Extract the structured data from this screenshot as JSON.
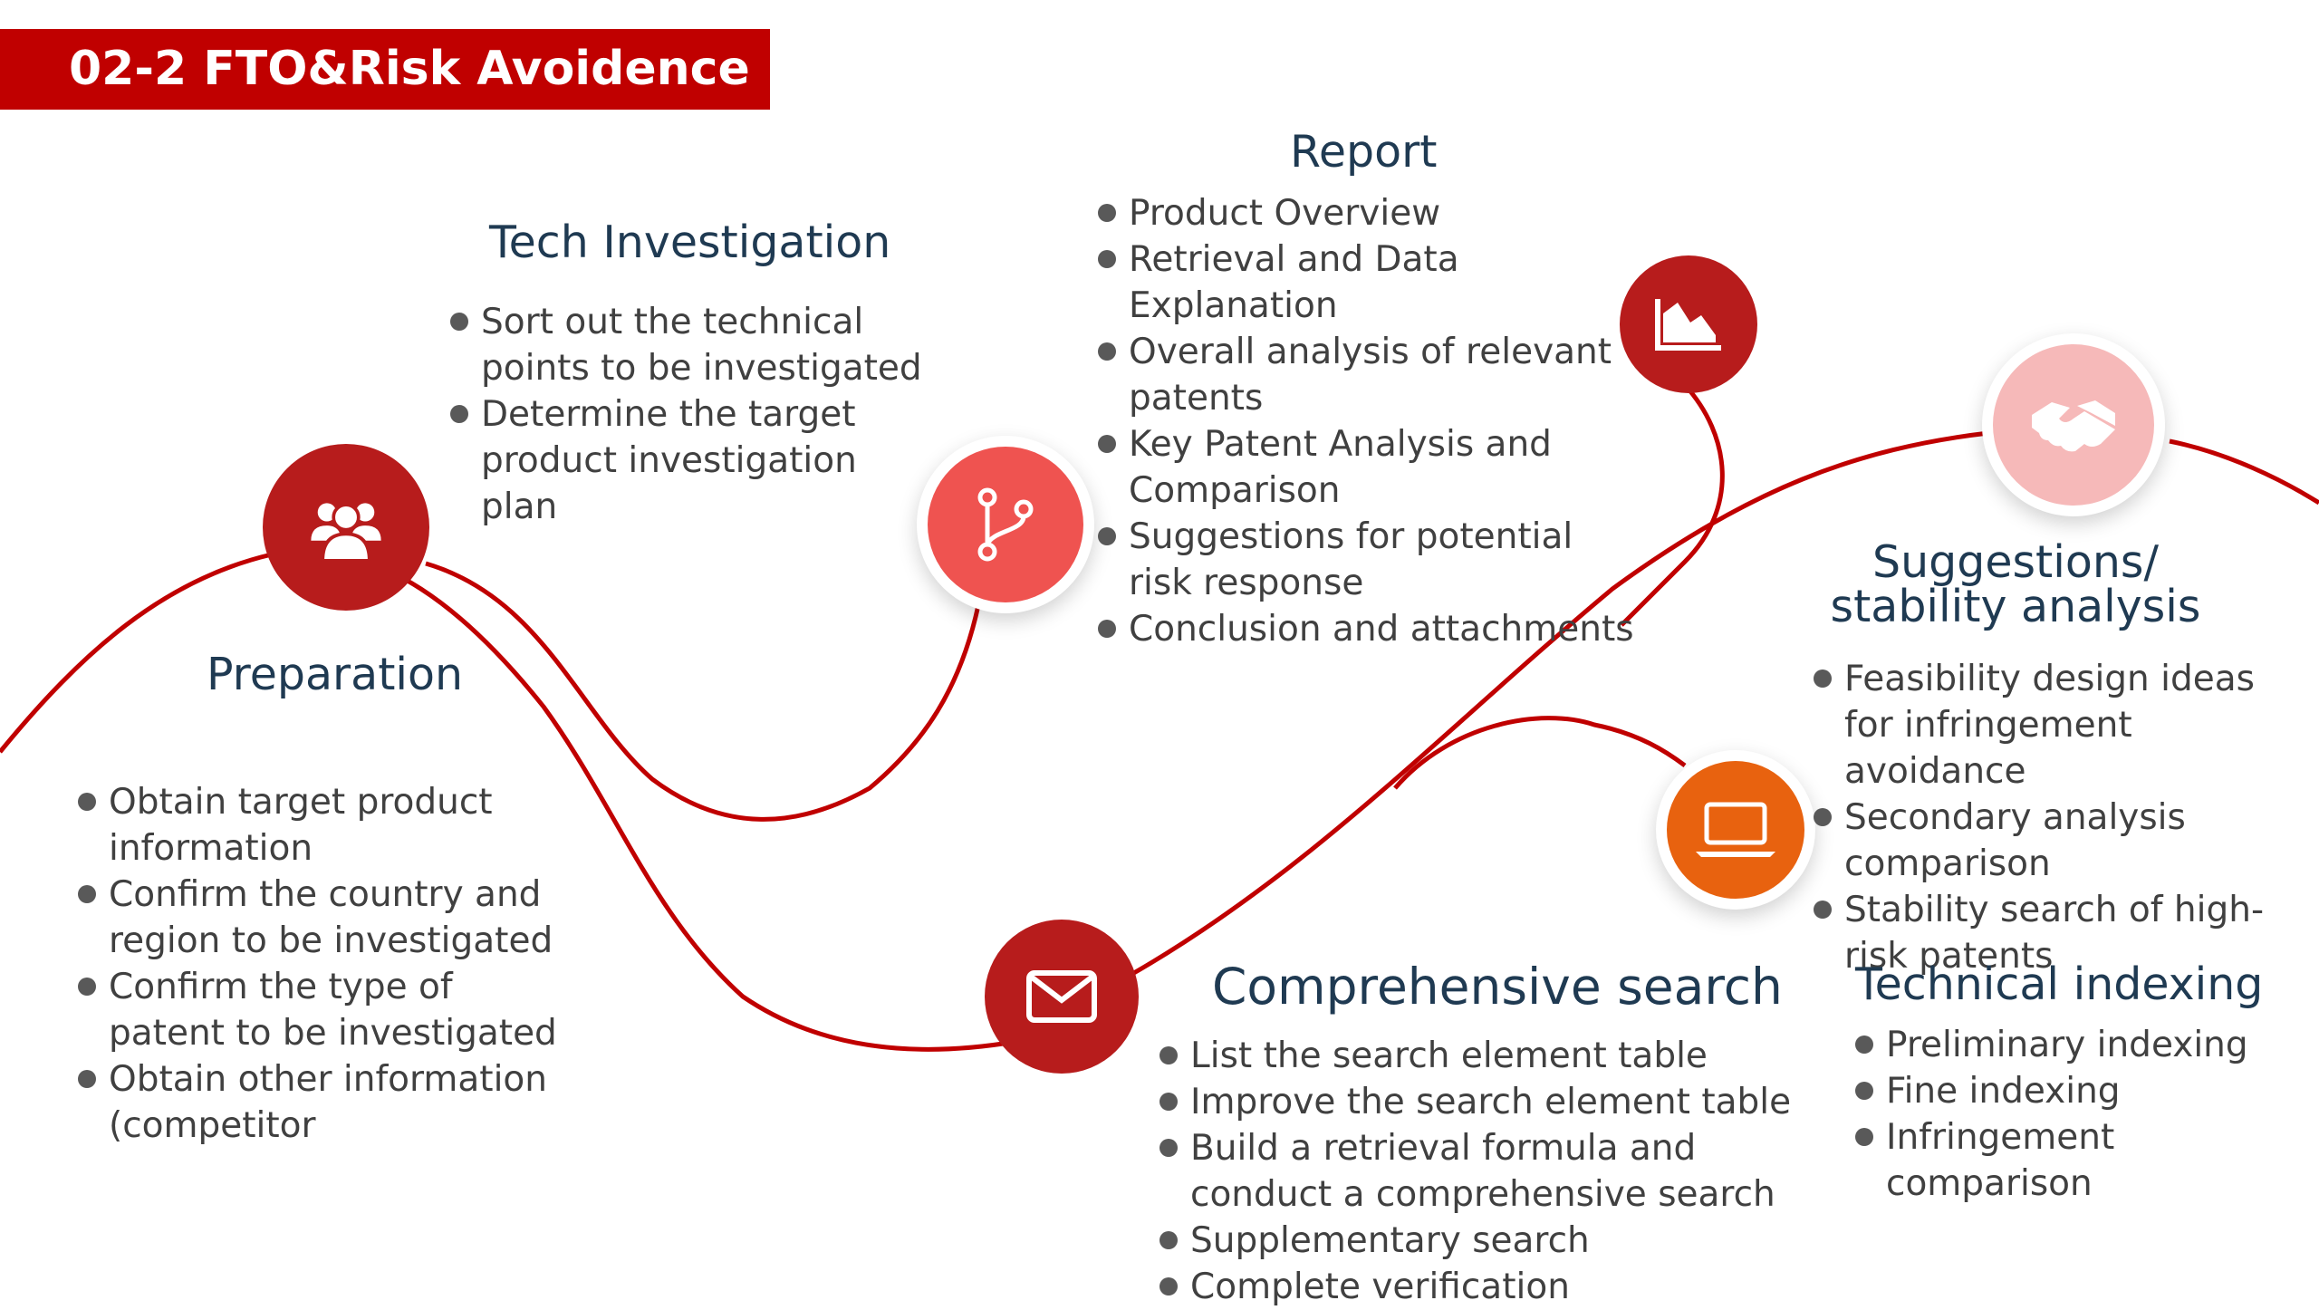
{
  "title": "02-2 FTO&Risk Avoidence",
  "colors": {
    "title_bg": "#c00000",
    "curve": "#c00000",
    "dark_red": "#b71c1c",
    "coral": "#ef5350",
    "orange": "#e8620f",
    "pink": "#f6b9b9",
    "heading": "#1f3a52",
    "text": "#404040"
  },
  "stages": {
    "preparation": {
      "icon": "users-icon",
      "heading": "Preparation",
      "bullets": [
        "Obtain target product information",
        "Confirm the country and region to be investigated",
        "Confirm the type of patent to be investigated",
        "Obtain other information (competitor"
      ]
    },
    "tech_investigation": {
      "icon": "branch-icon",
      "heading": "Tech Investigation",
      "bullets": [
        "Sort out the technical points to be investigated",
        "Determine the target product investigation plan"
      ]
    },
    "report": {
      "icon": "area-chart-icon",
      "heading": "Report",
      "bullets": [
        "Product Overview",
        "Retrieval and Data Explanation",
        "Overall analysis of relevant patents",
        "Key Patent Analysis and Comparison",
        "Suggestions for potential risk response",
        "Conclusion and attachments"
      ]
    },
    "comprehensive_search": {
      "icon": "mail-icon",
      "heading": "Comprehensive search",
      "bullets": [
        "List the search element table",
        "Improve the search element table",
        "Build a retrieval formula and conduct a comprehensive search",
        "Supplementary search",
        "Complete verification"
      ]
    },
    "suggestions": {
      "icon": "handshake-icon",
      "heading_line1": "Suggestions/",
      "heading_line2": "stability analysis",
      "bullets": [
        "Feasibility design ideas for infringement avoidance",
        "Secondary analysis comparison",
        "Stability search of high-risk patents"
      ]
    },
    "technical_indexing": {
      "icon": "laptop-icon",
      "heading": "Technical indexing",
      "bullets": [
        "Preliminary indexing",
        "Fine indexing",
        "Infringement comparison"
      ]
    }
  }
}
